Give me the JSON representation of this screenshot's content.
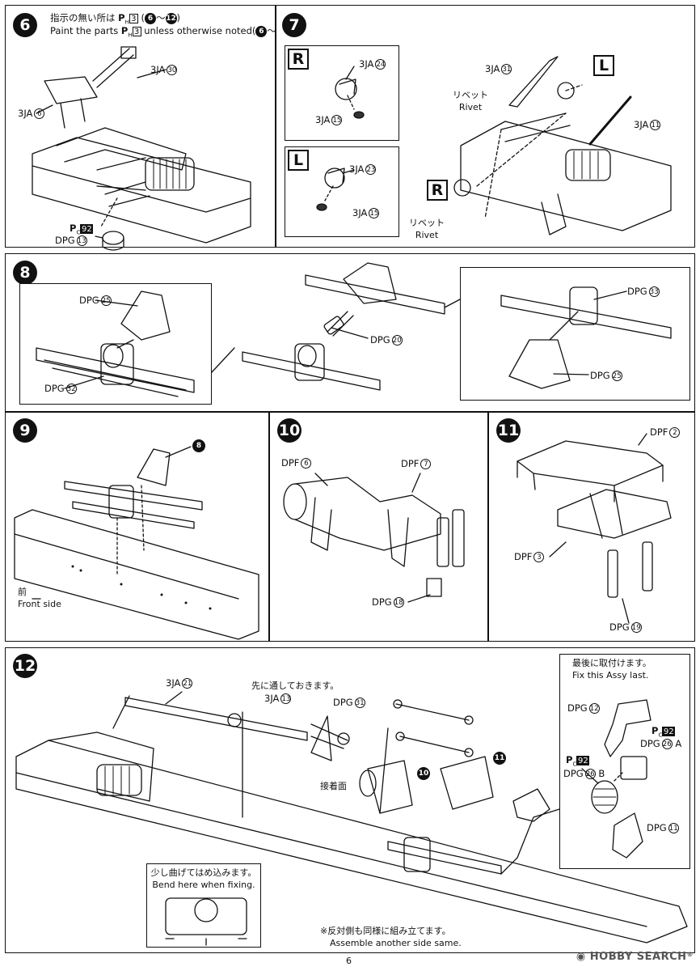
{
  "steps": {
    "s6": {
      "num": "6",
      "note_jp": "指示の無い所は",
      "note_en": "Paint the parts",
      "note_en2": "unless otherwise noted",
      "paint": "P",
      "paint_sub": "H",
      "paint_num": "3",
      "range_from": "6",
      "range_sep": "～",
      "range_to": "12",
      "labels": [
        {
          "part": "3JA",
          "num": "30"
        },
        {
          "part": "3JA",
          "num": "6"
        },
        {
          "part": "DPG",
          "num": "13"
        }
      ],
      "pc": {
        "p": "P",
        "sub": "C",
        "num": "92"
      }
    },
    "s7": {
      "num": "7",
      "side_r": "R",
      "side_l": "L",
      "boxR": [
        {
          "part": "3JA",
          "num": "24"
        },
        {
          "part": "3JA",
          "num": "15"
        }
      ],
      "boxL": [
        {
          "part": "3JA",
          "num": "23"
        },
        {
          "part": "3JA",
          "num": "15"
        }
      ],
      "main": [
        {
          "part": "3JA",
          "num": "31"
        },
        {
          "part": "3JA",
          "num": "11"
        }
      ],
      "rivet_jp": "リベット",
      "rivet_en": "Rivet"
    },
    "s8": {
      "num": "8",
      "labels": [
        {
          "part": "DPG",
          "num": "25"
        },
        {
          "part": "DPG",
          "num": "32"
        },
        {
          "part": "DPG",
          "num": "20"
        },
        {
          "part": "DPG",
          "num": "33"
        },
        {
          "part": "DPG",
          "num": "25"
        }
      ]
    },
    "s9": {
      "num": "9",
      "ref": "8",
      "front_jp": "前",
      "front_en": "Front side"
    },
    "s10": {
      "num": "10",
      "labels": [
        {
          "part": "DPF",
          "num": "6"
        },
        {
          "part": "DPF",
          "num": "7"
        },
        {
          "part": "DPG",
          "num": "18"
        }
      ]
    },
    "s11": {
      "num": "11",
      "labels": [
        {
          "part": "DPF",
          "num": "2"
        },
        {
          "part": "DPF",
          "num": "3"
        },
        {
          "part": "DPG",
          "num": "19"
        }
      ]
    },
    "s12": {
      "num": "12",
      "labels": [
        {
          "part": "3JA",
          "num": "21"
        },
        {
          "part": "3JA",
          "num": "13"
        },
        {
          "part": "DPG",
          "num": "31"
        }
      ],
      "pre_insert": "先に通しておきます。",
      "contact_face": "接着面",
      "ref10": "10",
      "ref11": "11",
      "bend_jp": "少し曲げてはめ込みます。",
      "bend_en": "Bend here when fixing.",
      "other_side_jp": "※反対側も同様に組み立てます。",
      "other_side_en": "Assemble another side same.",
      "last_jp": "最後に取付けます。",
      "last_en": "Fix this Assy last.",
      "last_parts": {
        "dpg12": {
          "part": "DPG",
          "num": "12"
        },
        "pc": {
          "p": "P",
          "sub": "C",
          "num": "92"
        },
        "dpg26a": {
          "part": "DPG",
          "num": "26",
          "suffix": "A"
        },
        "dpg26b": {
          "part": "DPG",
          "num": "26",
          "suffix": "B"
        },
        "dpg11": {
          "part": "DPG",
          "num": "11"
        }
      }
    }
  },
  "footer": {
    "page": "6"
  },
  "watermark": "HOBBY SEARCH",
  "colors": {
    "ink": "#111111",
    "paper": "#ffffff"
  }
}
